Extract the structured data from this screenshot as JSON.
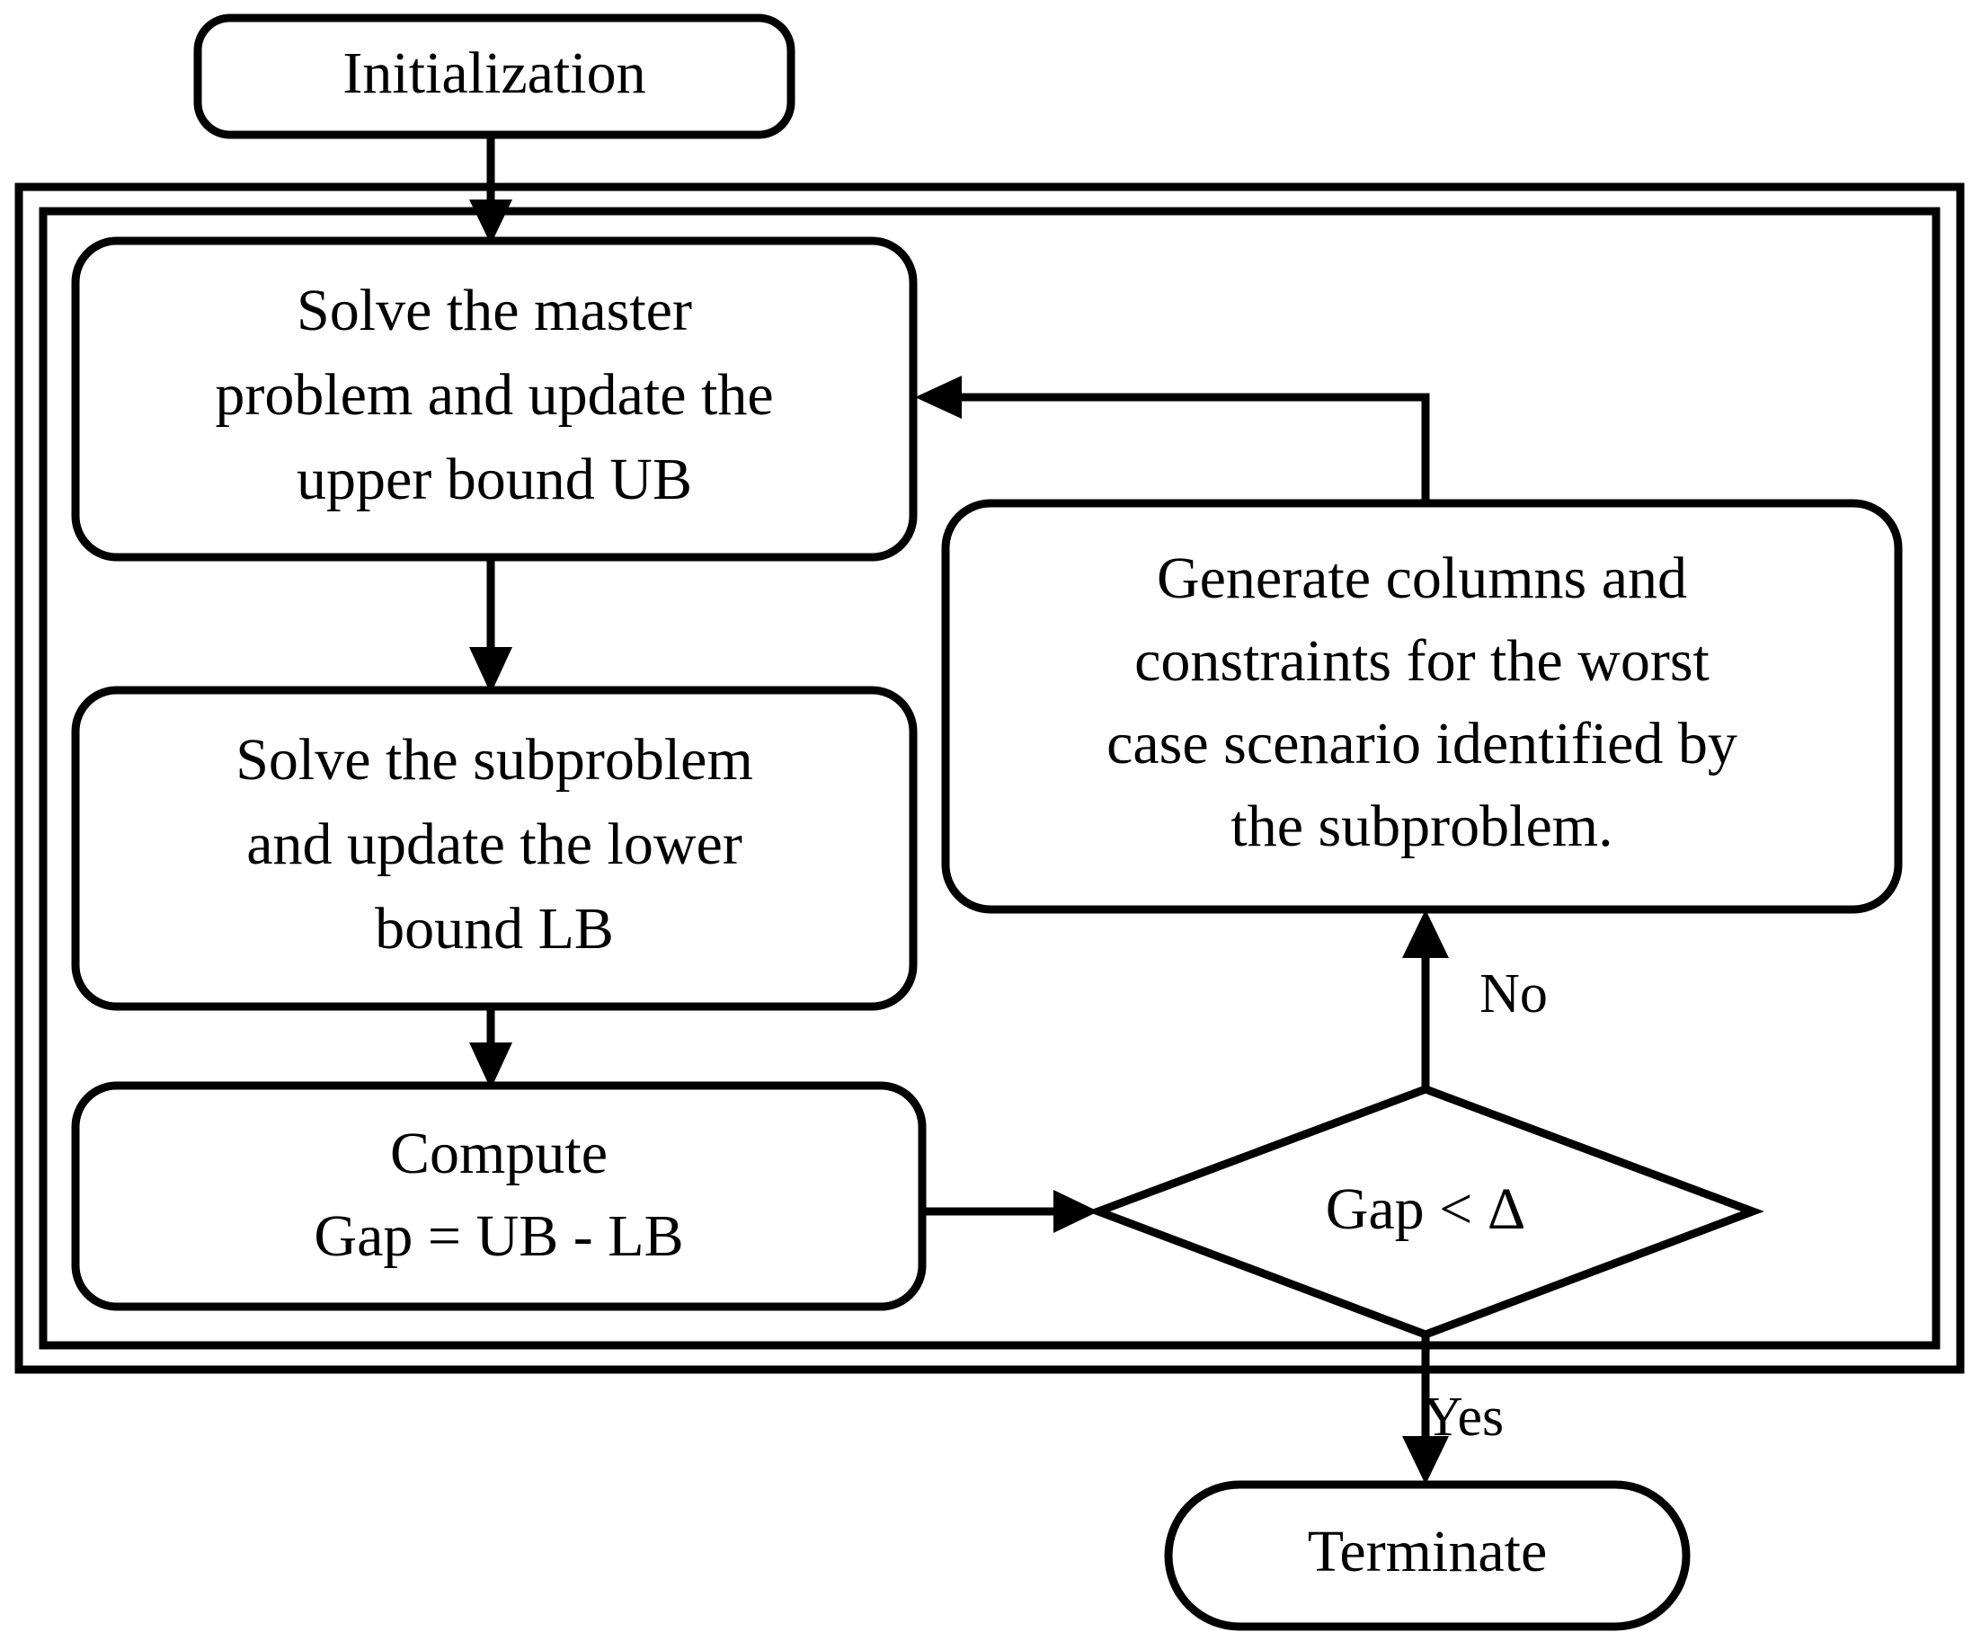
{
  "diagram": {
    "title": "Column-and-constraint generation algorithm flowchart",
    "type": "flowchart",
    "background_color": "#ffffff",
    "line_color": "#000000",
    "nodes": [
      {
        "id": "initialization",
        "shape": "rounded-rectangle",
        "label": "Initialization",
        "lines": [
          "Initialization"
        ]
      },
      {
        "id": "master-problem",
        "shape": "rounded-rectangle",
        "label": "Solve the master problem and update the upper bound UB",
        "lines": [
          "Solve the master",
          "problem and update the",
          "upper bound UB"
        ]
      },
      {
        "id": "subproblem",
        "shape": "rounded-rectangle",
        "label": "Solve the subproblem and update the lower bound LB",
        "lines": [
          "Solve the subproblem",
          "and update the lower",
          "bound LB"
        ]
      },
      {
        "id": "compute-gap",
        "shape": "rounded-rectangle",
        "label": "Compute Gap = UB - LB",
        "lines": [
          "Compute",
          "Gap = UB - LB"
        ]
      },
      {
        "id": "gap-decision",
        "shape": "diamond",
        "label": "Gap < Δ",
        "lines": [
          "Gap < Δ"
        ]
      },
      {
        "id": "generate-columns",
        "shape": "rounded-rectangle",
        "label": "Generate columns and constraints for the worst case scenario identified by the subproblem.",
        "lines": [
          "Generate columns and",
          "constraints for the worst",
          "case scenario identified by",
          "the subproblem."
        ]
      },
      {
        "id": "terminate",
        "shape": "stadium",
        "label": "Terminate",
        "lines": [
          "Terminate"
        ]
      }
    ],
    "edge_labels": {
      "no": "No",
      "yes": "Yes"
    },
    "loop_boundary": {
      "style": "double-line-rectangle",
      "description": "Iterative loop boundary enclosing master problem, subproblem, gap computation, decision and column generation"
    }
  }
}
